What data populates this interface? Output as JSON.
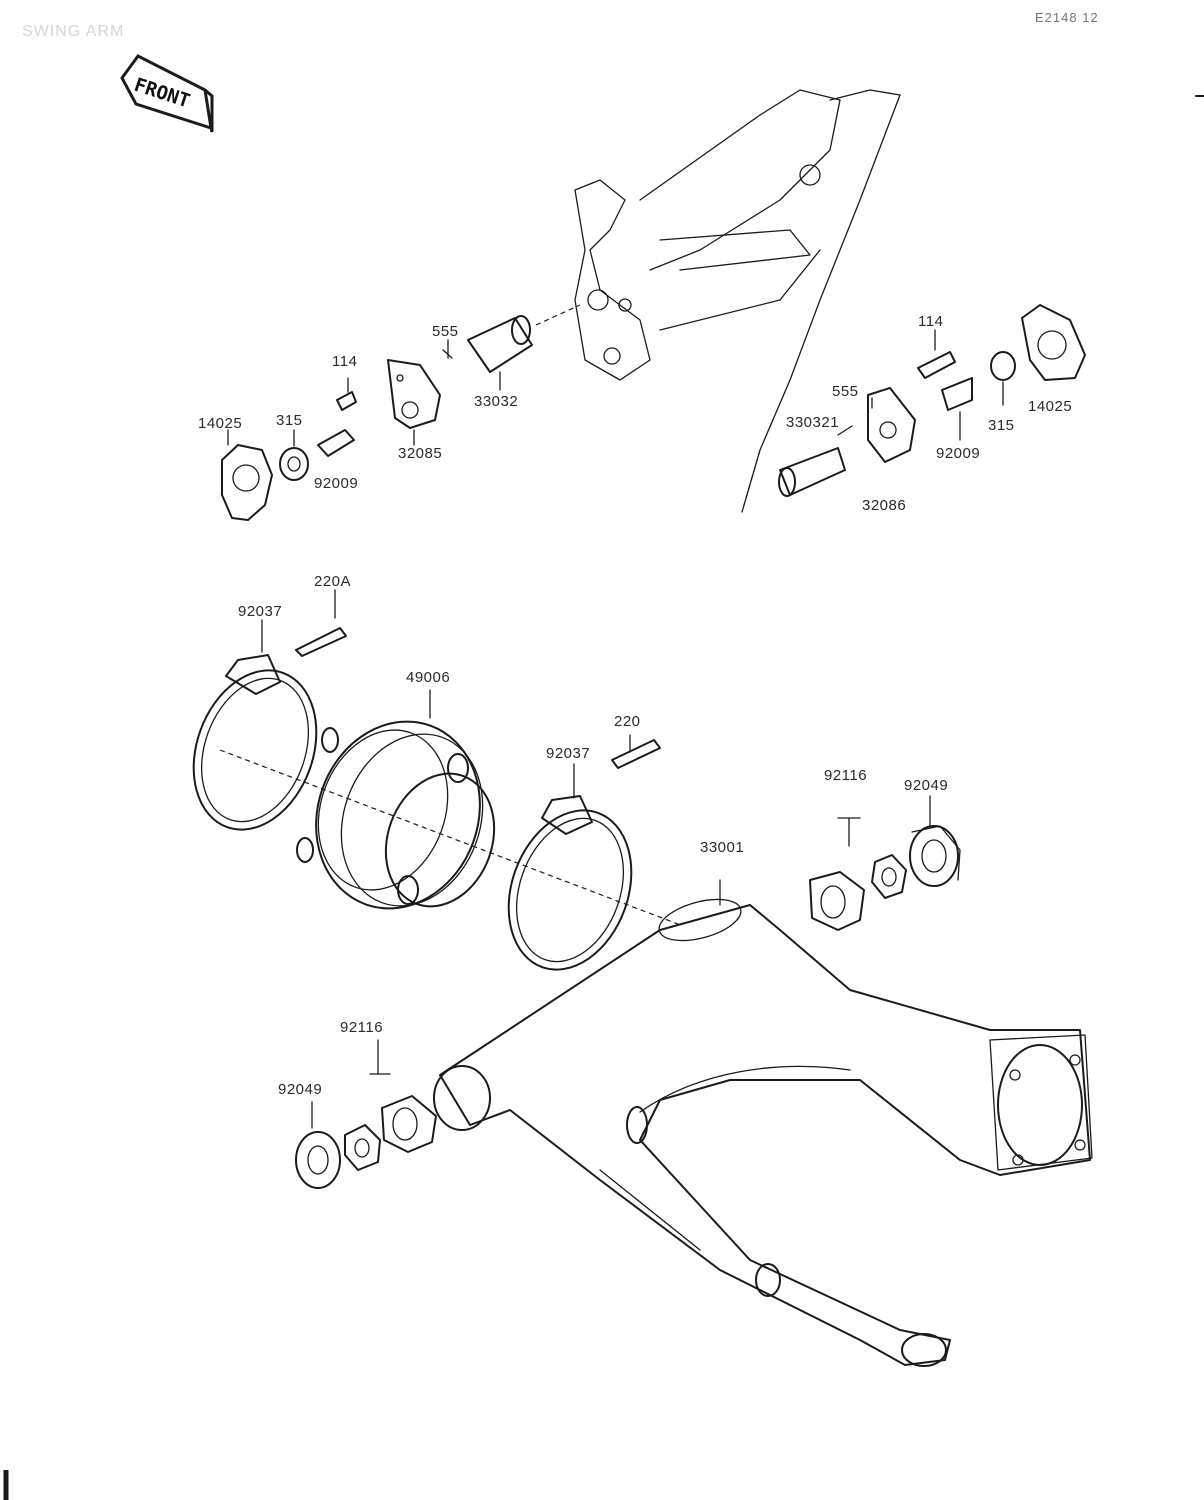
{
  "header": {
    "section_title": "SWING ARM",
    "figure_code": "E2148  12"
  },
  "front_badge": {
    "label": "FRONT"
  },
  "parts": [
    {
      "id": "p-14025-left",
      "number": "14025"
    },
    {
      "id": "p-315-left",
      "number": "315"
    },
    {
      "id": "p-92009-left",
      "number": "92009"
    },
    {
      "id": "p-114-left",
      "number": "114"
    },
    {
      "id": "p-32085",
      "number": "32085"
    },
    {
      "id": "p-555-left",
      "number": "555"
    },
    {
      "id": "p-33032-left",
      "number": "33032"
    },
    {
      "id": "p-114-right",
      "number": "114"
    },
    {
      "id": "p-555-right",
      "number": "555"
    },
    {
      "id": "p-33032-right",
      "number": "330321"
    },
    {
      "id": "p-315-right",
      "number": "315"
    },
    {
      "id": "p-14025-right",
      "number": "14025"
    },
    {
      "id": "p-92009-right",
      "number": "92009"
    },
    {
      "id": "p-32086",
      "number": "32086"
    },
    {
      "id": "p-220A",
      "number": "220A"
    },
    {
      "id": "p-92037-left",
      "number": "92037"
    },
    {
      "id": "p-49006",
      "number": "49006"
    },
    {
      "id": "p-220",
      "number": "220"
    },
    {
      "id": "p-92037-right",
      "number": "92037"
    },
    {
      "id": "p-33001",
      "number": "33001"
    },
    {
      "id": "p-92116-right",
      "number": "92116"
    },
    {
      "id": "p-92049-right",
      "number": "92049"
    },
    {
      "id": "p-92116-left",
      "number": "92116"
    },
    {
      "id": "p-92049-left",
      "number": "92049"
    }
  ]
}
